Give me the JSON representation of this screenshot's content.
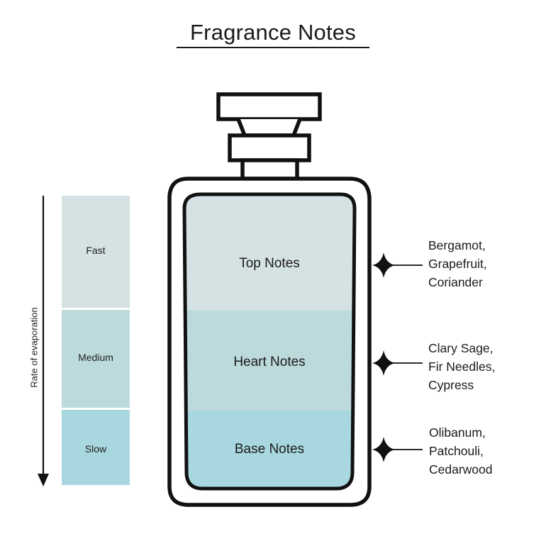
{
  "title": "Fragrance Notes",
  "axis": {
    "label": "Rate of evaporation",
    "levels": [
      {
        "label": "Fast",
        "color": "#d5e2e3"
      },
      {
        "label": "Medium",
        "color": "#bcdadc"
      },
      {
        "label": "Slow",
        "color": "#a8d7df"
      }
    ]
  },
  "bottle": {
    "zones": [
      {
        "label": "Top Notes",
        "color": "#d5e2e3"
      },
      {
        "label": "Heart Notes",
        "color": "#bcdadc"
      },
      {
        "label": "Base Notes",
        "color": "#a8d7df"
      }
    ]
  },
  "notes": [
    {
      "ingredients": [
        "Bergamot,",
        "Grapefruit,",
        "Coriander"
      ]
    },
    {
      "ingredients": [
        "Clary Sage,",
        "Fir Needles,",
        "Cypress"
      ]
    },
    {
      "ingredients": [
        "Olibanum,",
        "Patchouli,",
        "Cedarwood"
      ]
    }
  ]
}
